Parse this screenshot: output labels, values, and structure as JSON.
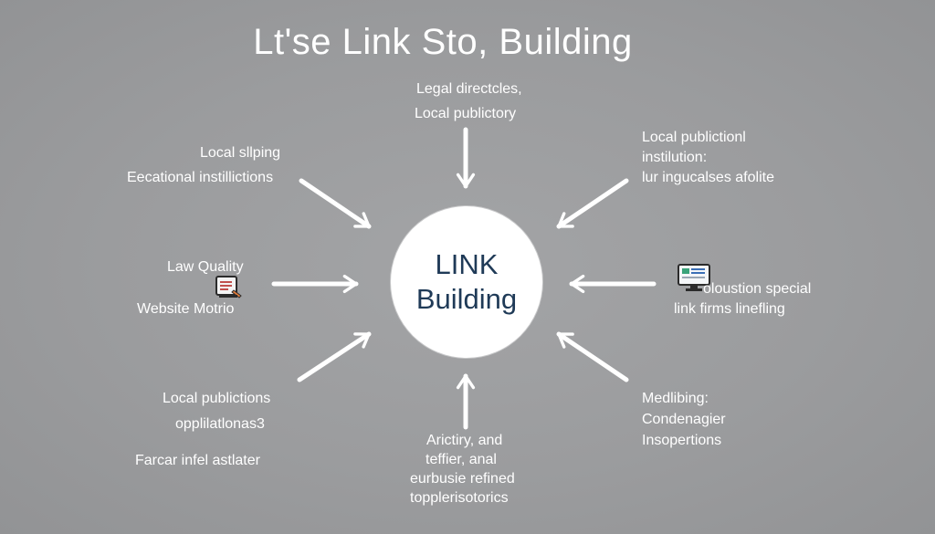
{
  "title": "Lt'se Link Sto, Building",
  "center": {
    "line1": "LINK",
    "line2": "Building"
  },
  "groups": {
    "top": [
      "Legal directcles,",
      "Local publictory"
    ],
    "top_left": [
      "Local sllping",
      "Eecational instillictions"
    ],
    "top_right": [
      "Local publictionl",
      "instilution:",
      "lur ingucalses afolite"
    ],
    "left": [
      "Law Quality",
      "Website Motrio"
    ],
    "right": [
      "oloustion special",
      "link firms linefling"
    ],
    "bottom_left": [
      "Local publictions",
      "opplilatlonas3",
      "Farcar infel astlater"
    ],
    "bottom": [
      "Arictiry, and",
      "teffier, anal",
      "eurbusie refined",
      "topplerisotorics"
    ],
    "bottom_right": [
      "Medlibing:",
      "Condenagier",
      "Insopertions"
    ]
  },
  "colors": {
    "background": "#9b9c9e",
    "foreground": "#ffffff",
    "center_text": "#1f3a57"
  },
  "icons": {
    "left": "document-icon",
    "right": "monitor-icon"
  }
}
